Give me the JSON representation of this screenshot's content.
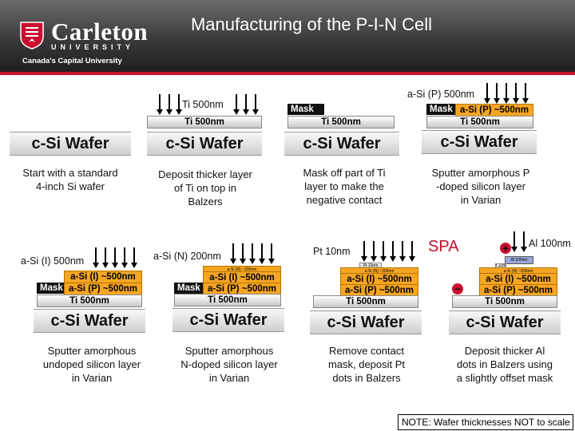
{
  "header": {
    "logo_name": "Carleton",
    "logo_university": "UNIVERSITY",
    "logo_tagline": "Canada's Capital University",
    "title": "Manufacturing of the P-I-N Cell"
  },
  "colors": {
    "header_bg": "#3a3a3a",
    "accent_red": "#c8102e",
    "a_si_orange": "#f6a623",
    "mask_black": "#111111"
  },
  "steps": [
    {
      "id": 1,
      "wafer": "c-Si Wafer",
      "caption_lines": [
        "Start with a standard",
        "4-inch Si wafer"
      ]
    },
    {
      "id": 2,
      "wafer": "c-Si Wafer",
      "label": "Ti 500nm",
      "layers": [
        "Ti 500nm"
      ],
      "caption_lines": [
        "Deposit thicker layer",
        "of Ti on top in",
        "Balzers"
      ]
    },
    {
      "id": 3,
      "wafer": "c-Si Wafer",
      "mask": "Mask",
      "layers": [
        "Ti 500nm"
      ],
      "caption_lines": [
        "Mask off part of Ti",
        "layer to make the",
        "negative contact"
      ]
    },
    {
      "id": 4,
      "wafer": "c-Si Wafer",
      "label": "a-Si (P) 500nm",
      "mask": "Mask",
      "layers": [
        "a-Si (P) ~500nm",
        "Ti 500nm"
      ],
      "caption_lines": [
        "Sputter amorphous P",
        "-doped silicon layer",
        "in Varian"
      ]
    },
    {
      "id": 5,
      "wafer": "c-Si Wafer",
      "label": "a-Si (I) 500nm",
      "mask": "Mask",
      "layers": [
        "a-Si (I) ~500nm",
        "a-Si (P) ~500nm",
        "Ti 500nm"
      ],
      "caption_lines": [
        "Sputter amorphous",
        "undoped silicon layer",
        "in Varian"
      ]
    },
    {
      "id": 6,
      "wafer": "c-Si Wafer",
      "label": "a-Si (N) 200nm",
      "mask": "Mask",
      "layers": [
        "a-Si (N) ~200nm",
        "a-Si (I) ~500nm",
        "a-Si (P) ~500nm",
        "Ti 500nm"
      ],
      "caption_lines": [
        "Sputter amorphous",
        "N-doped silicon layer",
        "in Varian"
      ]
    },
    {
      "id": 7,
      "wafer": "c-Si Wafer",
      "label": "Pt 10nm",
      "layers": [
        "Pt 10nm",
        "a-Si (N) ~200nm",
        "a-Si (I) ~500nm",
        "a-Si (P) ~500nm",
        "Ti 500nm"
      ],
      "caption_lines": [
        "Remove contact",
        "mask, deposit Pt",
        "dots in Balzers"
      ]
    },
    {
      "id": 8,
      "wafer": "c-Si Wafer",
      "label": "Al 100nm",
      "spa": "SPA",
      "layers": [
        "Al 100nm",
        "Pt 10nm",
        "a-Si (N) ~200nm",
        "a-Si (I) ~500nm",
        "a-Si (P) ~500nm",
        "Ti 500nm"
      ],
      "caption_lines": [
        "Deposit thicker Al",
        "dots in Balzers using",
        "a slightly offset mask"
      ],
      "terminals": [
        "+",
        "−"
      ]
    }
  ],
  "note": "NOTE: Wafer thicknesses NOT to scale"
}
